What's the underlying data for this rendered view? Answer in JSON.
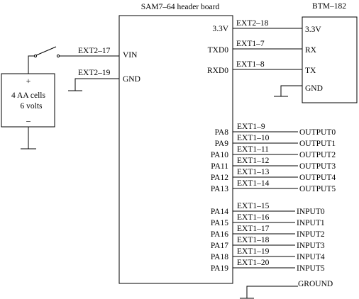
{
  "header_board": {
    "title": "SAM7–64 header board",
    "left_pins": [
      "VIN",
      "GND"
    ],
    "right_pins": [
      "3.3V",
      "TXD0",
      "RXD0"
    ],
    "pa_pins": [
      "PA8",
      "PA9",
      "PA10",
      "PA11",
      "PA12",
      "PA13",
      "PA14",
      "PA15",
      "PA16",
      "PA17",
      "PA18",
      "PA19"
    ]
  },
  "battery": {
    "plus": "+",
    "line1": "4 AA cells",
    "line2": "6 volts",
    "minus": "–"
  },
  "power_wires": {
    "vin": "EXT2–17",
    "gnd": "EXT2–19"
  },
  "btm": {
    "title": "BTM–182",
    "pins": [
      "3.3V",
      "RX",
      "TX",
      "GND"
    ],
    "wires": [
      "EXT2–18",
      "EXT1–7",
      "EXT1–8"
    ]
  },
  "outputs": {
    "wires": [
      "EXT1–9",
      "EXT1–10",
      "EXT1–11",
      "EXT1–12",
      "EXT1–13",
      "EXT1–14"
    ],
    "labels": [
      "OUTPUT0",
      "OUTPUT1",
      "OUTPUT2",
      "OUTPUT3",
      "OUTPUT4",
      "OUTPUT5"
    ]
  },
  "inputs": {
    "wires": [
      "EXT1–15",
      "EXT1–16",
      "EXT1–17",
      "EXT1–18",
      "EXT1–19",
      "EXT1–20"
    ],
    "labels": [
      "INPUT0",
      "INPUT1",
      "INPUT2",
      "INPUT3",
      "INPUT4",
      "INPUT5"
    ]
  },
  "ground_label": "GROUND"
}
